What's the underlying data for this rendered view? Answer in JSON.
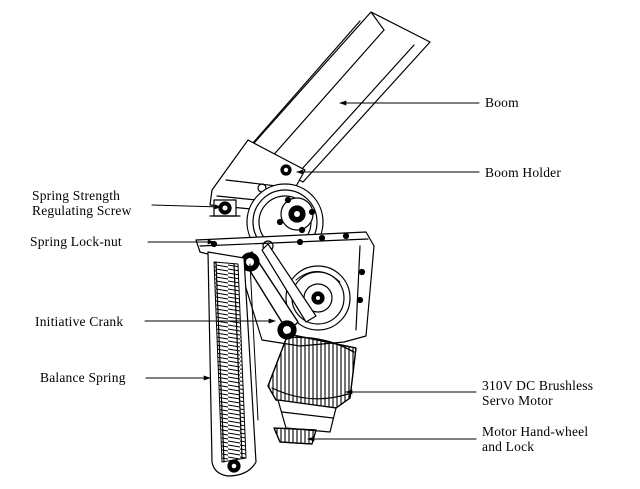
{
  "colors": {
    "ink": "#000000",
    "background": "#ffffff",
    "shade": "#d9d9d9"
  },
  "labels": {
    "boom": "Boom",
    "boom_holder": "Boom Holder",
    "spring_strength_line1": "Spring Strength",
    "spring_strength_line2": "Regulating Screw",
    "spring_lock_nut": "Spring Lock-nut",
    "initiative_crank": "Initiative Crank",
    "balance_spring": "Balance Spring",
    "servo_motor_line1": "310V DC Brushless",
    "servo_motor_line2": "Servo Motor",
    "hand_wheel_line1": "Motor Hand-wheel",
    "hand_wheel_line2": "and Lock"
  }
}
